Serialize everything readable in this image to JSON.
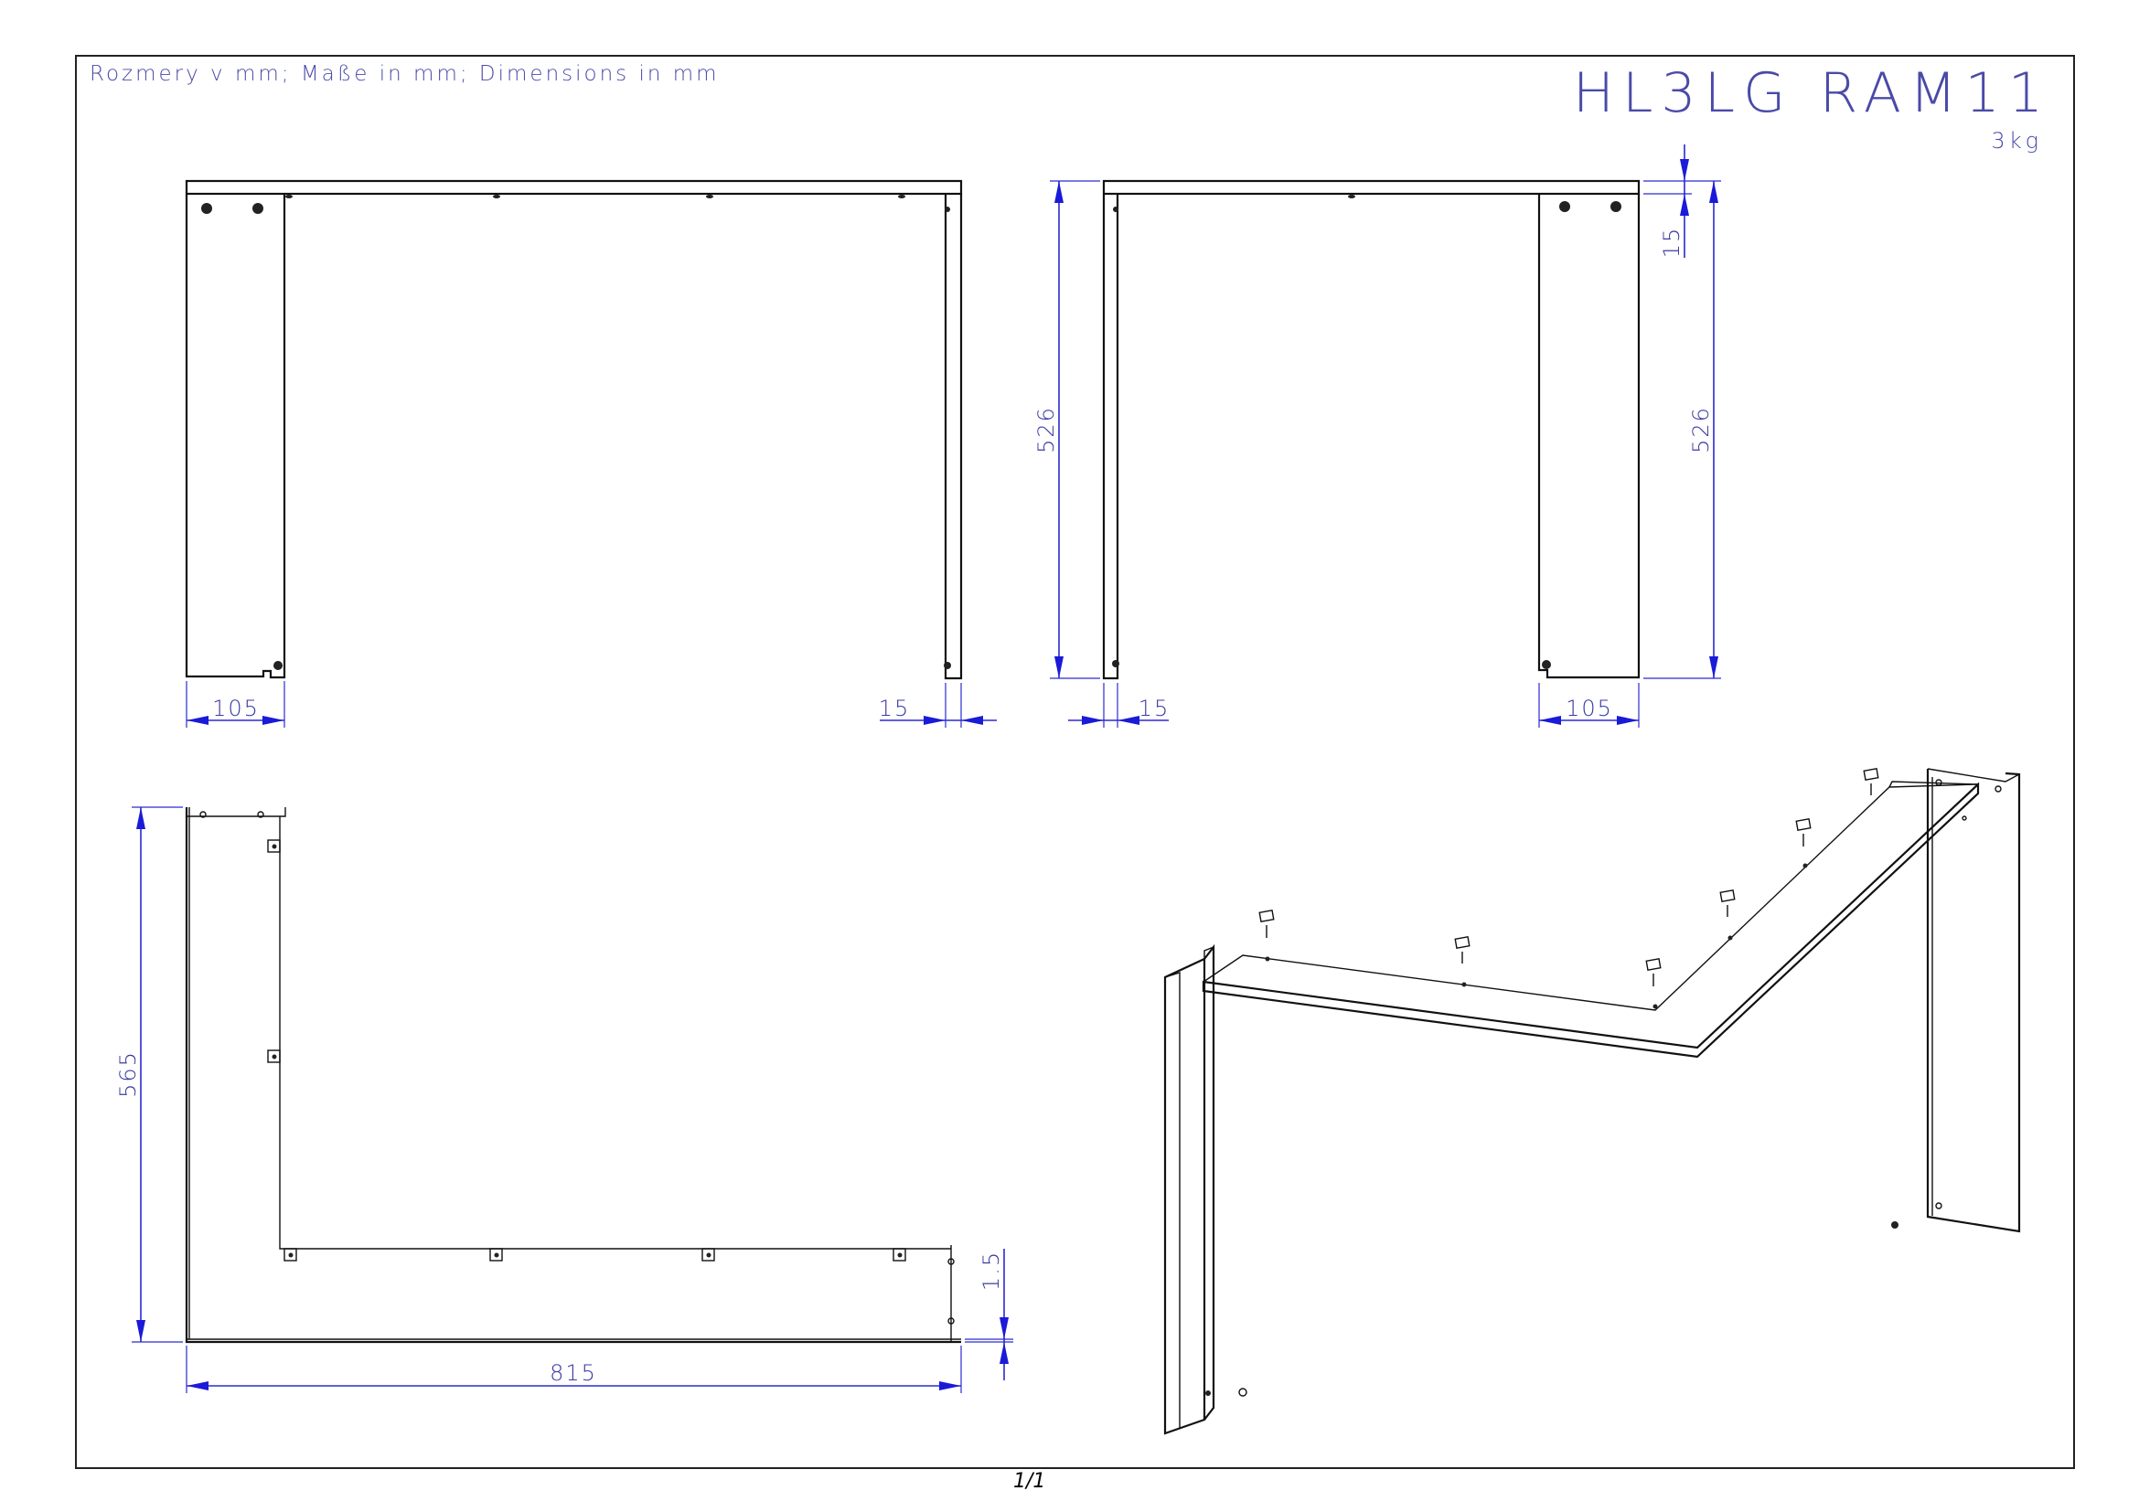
{
  "header": {
    "units_note": "Rozmery v mm; Maße in mm; Dimensions in mm",
    "title": "HL3LG RAM11",
    "weight": "3kg"
  },
  "views": {
    "front": {
      "width_leg": "105",
      "width_side": "15"
    },
    "side": {
      "height": "526",
      "height_right": "526",
      "top_thickness": "15",
      "leg_thickness": "15",
      "leg_width": "105"
    },
    "plan": {
      "depth": "565",
      "width": "815",
      "thickness": "1.5"
    }
  },
  "footer": {
    "page": "1/1"
  },
  "colors": {
    "dimension": "#2a2ad0",
    "outline": "#111111",
    "text": "#4a4aa8"
  }
}
